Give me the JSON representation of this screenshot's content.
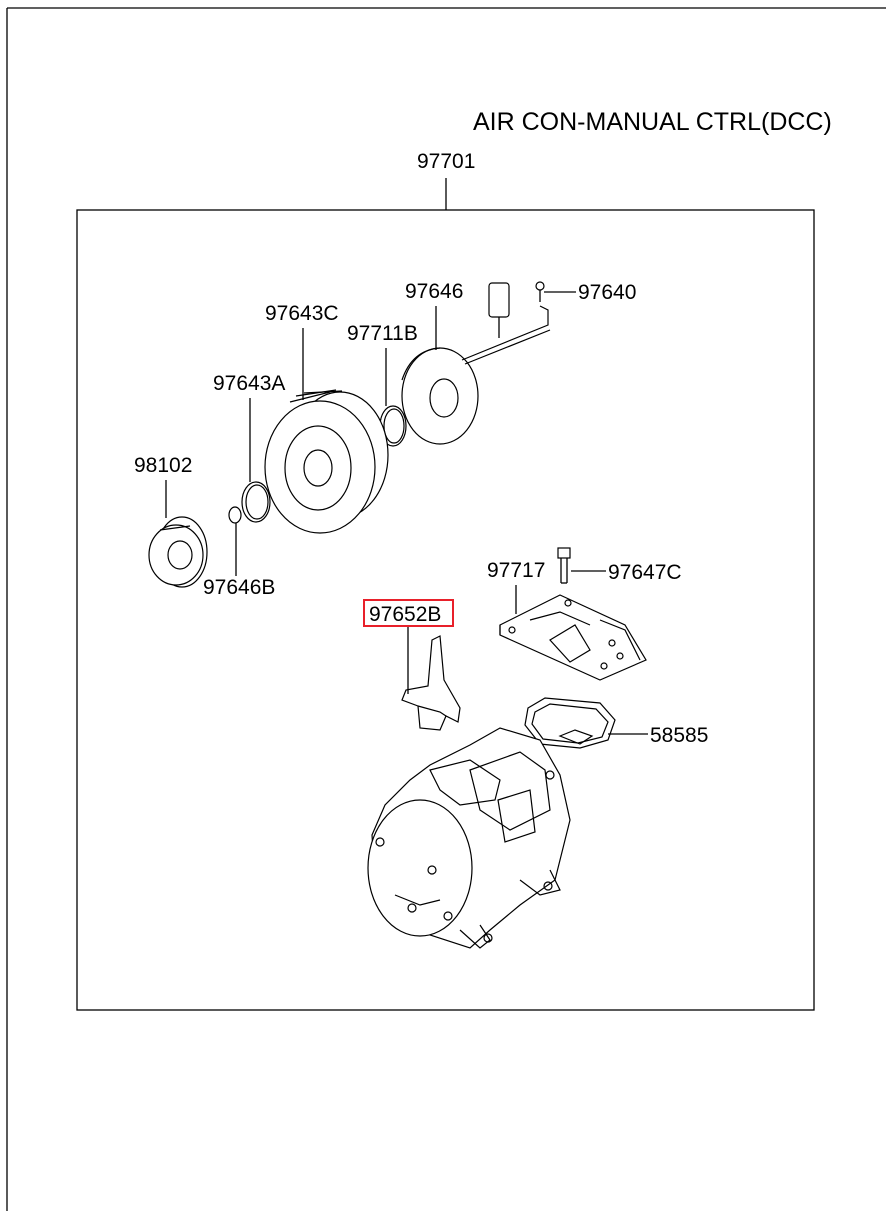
{
  "title": "AIR CON-MANUAL CTRL(DCC)",
  "assembly_number": "97701",
  "highlight_color": "#e8202a",
  "parts": {
    "p97646": "97646",
    "p97640": "97640",
    "p97643C": "97643C",
    "p97711B": "97711B",
    "p97643A": "97643A",
    "p98102": "98102",
    "p97646B": "97646B",
    "p97717": "97717",
    "p97647C": "97647C",
    "p97652B": "97652B",
    "p58585": "58585"
  },
  "highlighted_part": "97652B"
}
